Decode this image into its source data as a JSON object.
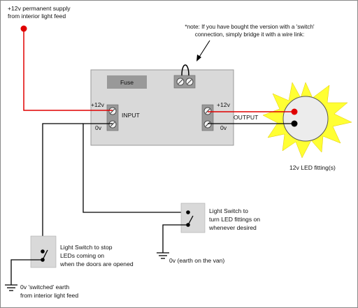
{
  "supply_label": {
    "line1": "+12v permanent supply",
    "line2": "from interior light feed"
  },
  "note": {
    "line1": "*note: If you have bought the version with a 'switch'",
    "line2": "connection, simply bridge it with a wire link:"
  },
  "module": {
    "fuse_label": "Fuse",
    "input_label": "INPUT",
    "output_label": "OUTPUT",
    "input_pos": "+12v",
    "input_neg": "0v",
    "output_pos": "+12v",
    "output_neg": "0v"
  },
  "led_label": "12v LED fitting(s)",
  "switch_right": {
    "line1": "Light Switch to",
    "line2": "turn LED fittings on",
    "line3": "whenever desired"
  },
  "switch_left": {
    "line1": "Light Switch to stop",
    "line2": "LEDs coming on",
    "line3": "when the doors are opened"
  },
  "earth_right_label": "0v (earth on the van)",
  "earth_left": {
    "line1": "0v 'switched' earth",
    "line2": "from interior light feed"
  },
  "colors": {
    "positive_wire": "#e00000",
    "negative_wire": "#000000",
    "module_fill": "#d9d9d9",
    "component_fill": "#999999",
    "glow": "#ffff33"
  }
}
